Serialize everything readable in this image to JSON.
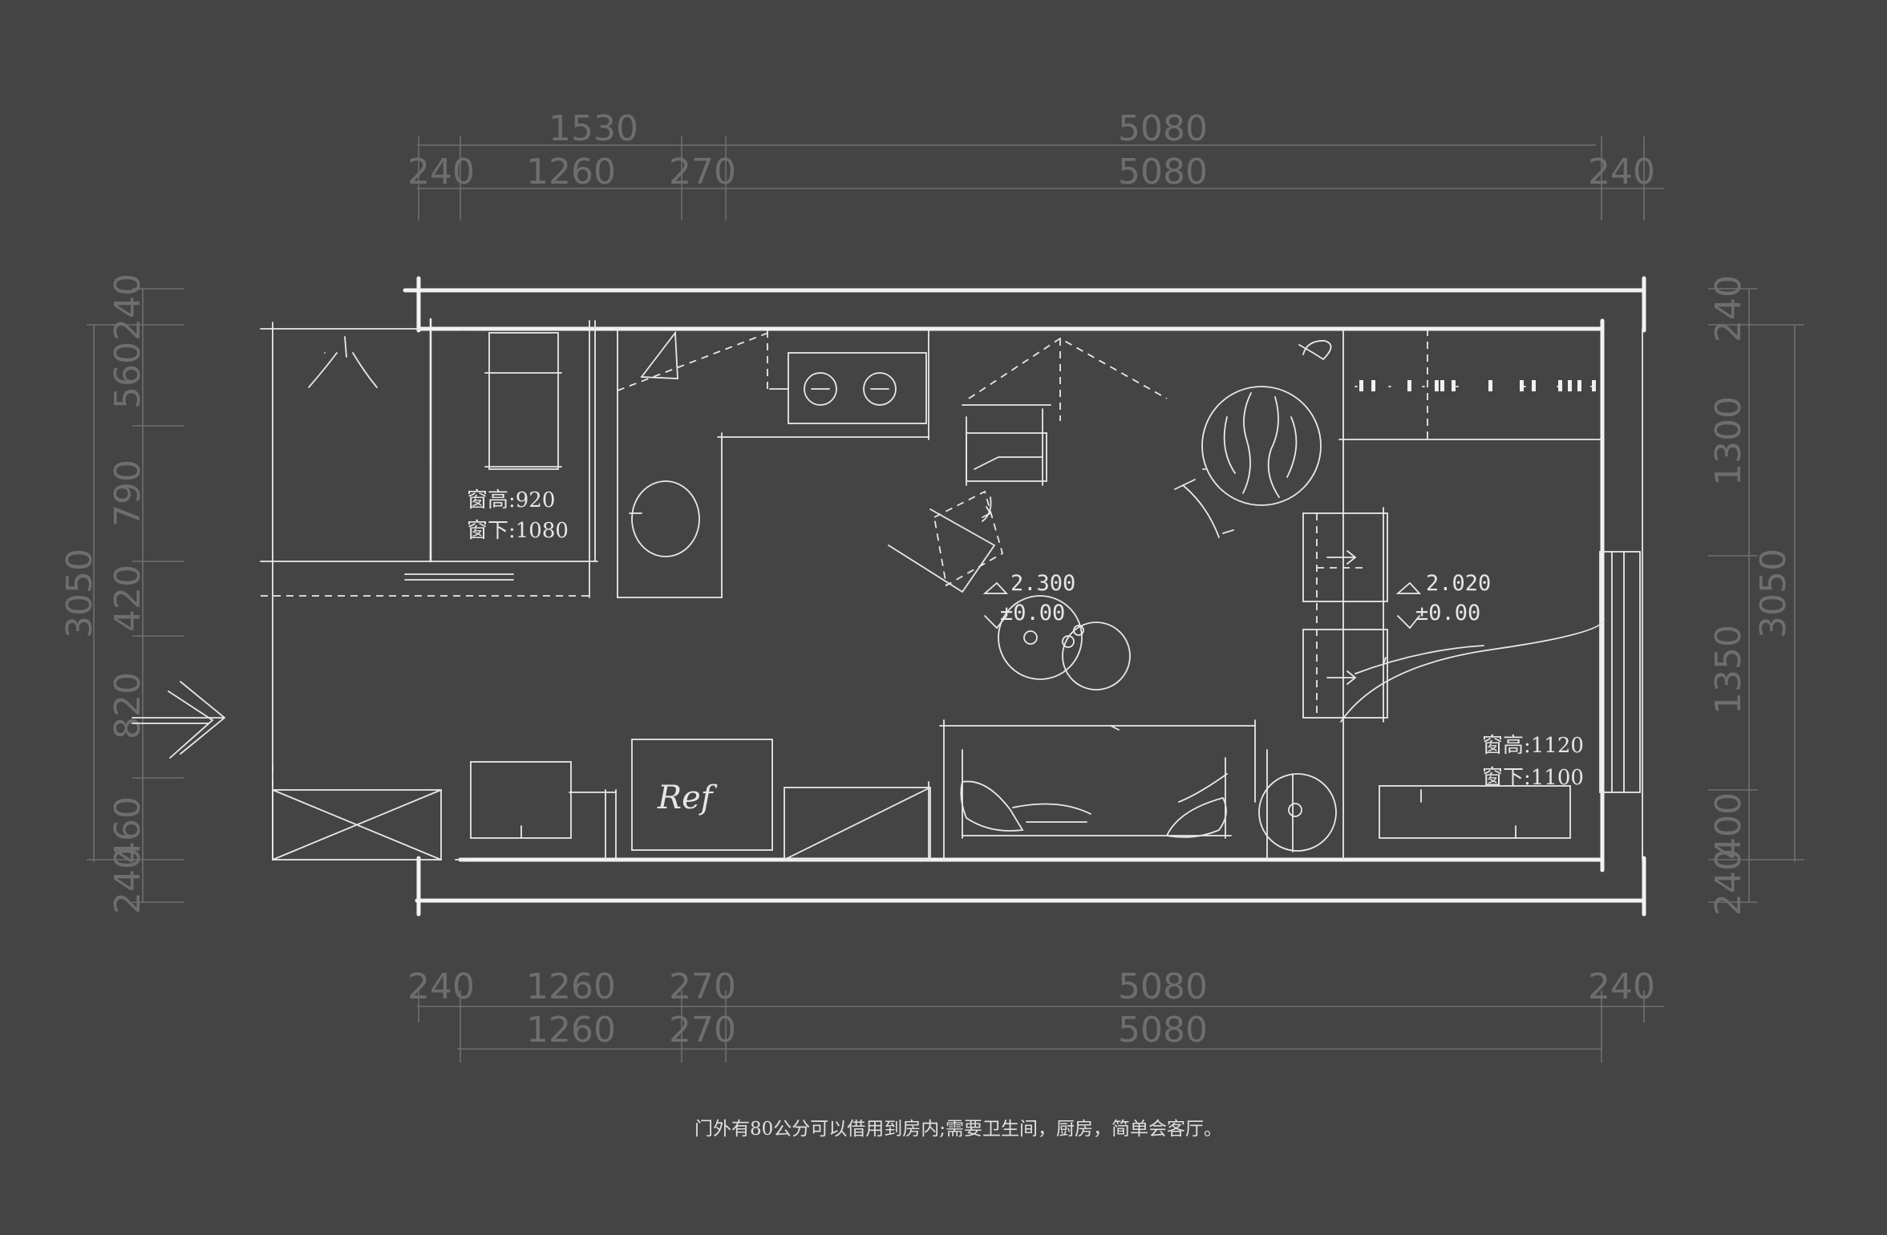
{
  "dimensions": {
    "top_outer": [
      "1530",
      "5080"
    ],
    "top_inner": [
      "240",
      "1260",
      "270",
      "5080",
      "240"
    ],
    "bottom_inner": [
      "240",
      "1260",
      "270",
      "5080",
      "240"
    ],
    "bottom_outer": [
      "1260",
      "270",
      "5080"
    ],
    "left_total": "3050",
    "left_segments": [
      "240",
      "560",
      "790",
      "420",
      "820",
      "460",
      "240"
    ],
    "right_total": "3050",
    "right_segments": [
      "240",
      "1300",
      "1350",
      "400",
      "240"
    ]
  },
  "annotations": {
    "window_left_height": "窗高:920",
    "window_left_sill": "窗下:1080",
    "window_right_height": "窗高:1120",
    "window_right_sill": "窗下:1100",
    "level_a_height": "2.300",
    "level_a_floor": "±0.00",
    "level_b_height": "2.020",
    "level_b_floor": "±0.00",
    "fridge_label": "Ref"
  },
  "caption": "门外有80公分可以借用到房内;需要卫生间，厨房，简单会客厅。"
}
